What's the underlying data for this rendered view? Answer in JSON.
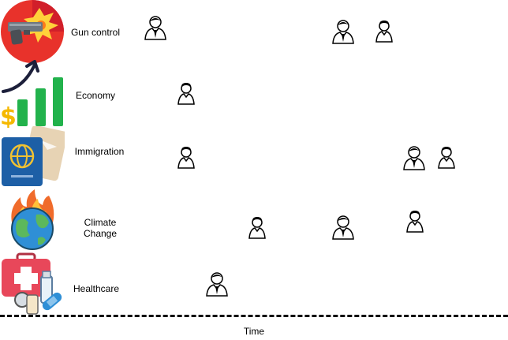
{
  "topics": [
    {
      "label": "Gun control",
      "icon": "gun-control-icon"
    },
    {
      "label": "Economy",
      "icon": "economy-icon"
    },
    {
      "label": "Immigration",
      "icon": "passport-icon"
    },
    {
      "label": "Climate\nChange",
      "icon": "climate-change-icon"
    },
    {
      "label": "Healthcare",
      "icon": "healthcare-icon"
    }
  ],
  "axis": {
    "label": "Time"
  },
  "person_types": {
    "man": "person-man-icon",
    "woman": "person-woman-icon"
  },
  "colors": {
    "gun_circle": "#e8322b",
    "bar_green": "#22b24c",
    "dollar_gold": "#f5b800",
    "passport_blue": "#1d5fa6",
    "fire_orange": "#f06b2b",
    "earth_blue": "#2f8fd6",
    "earth_green": "#5cb85c",
    "medkit_red": "#e8475a"
  }
}
